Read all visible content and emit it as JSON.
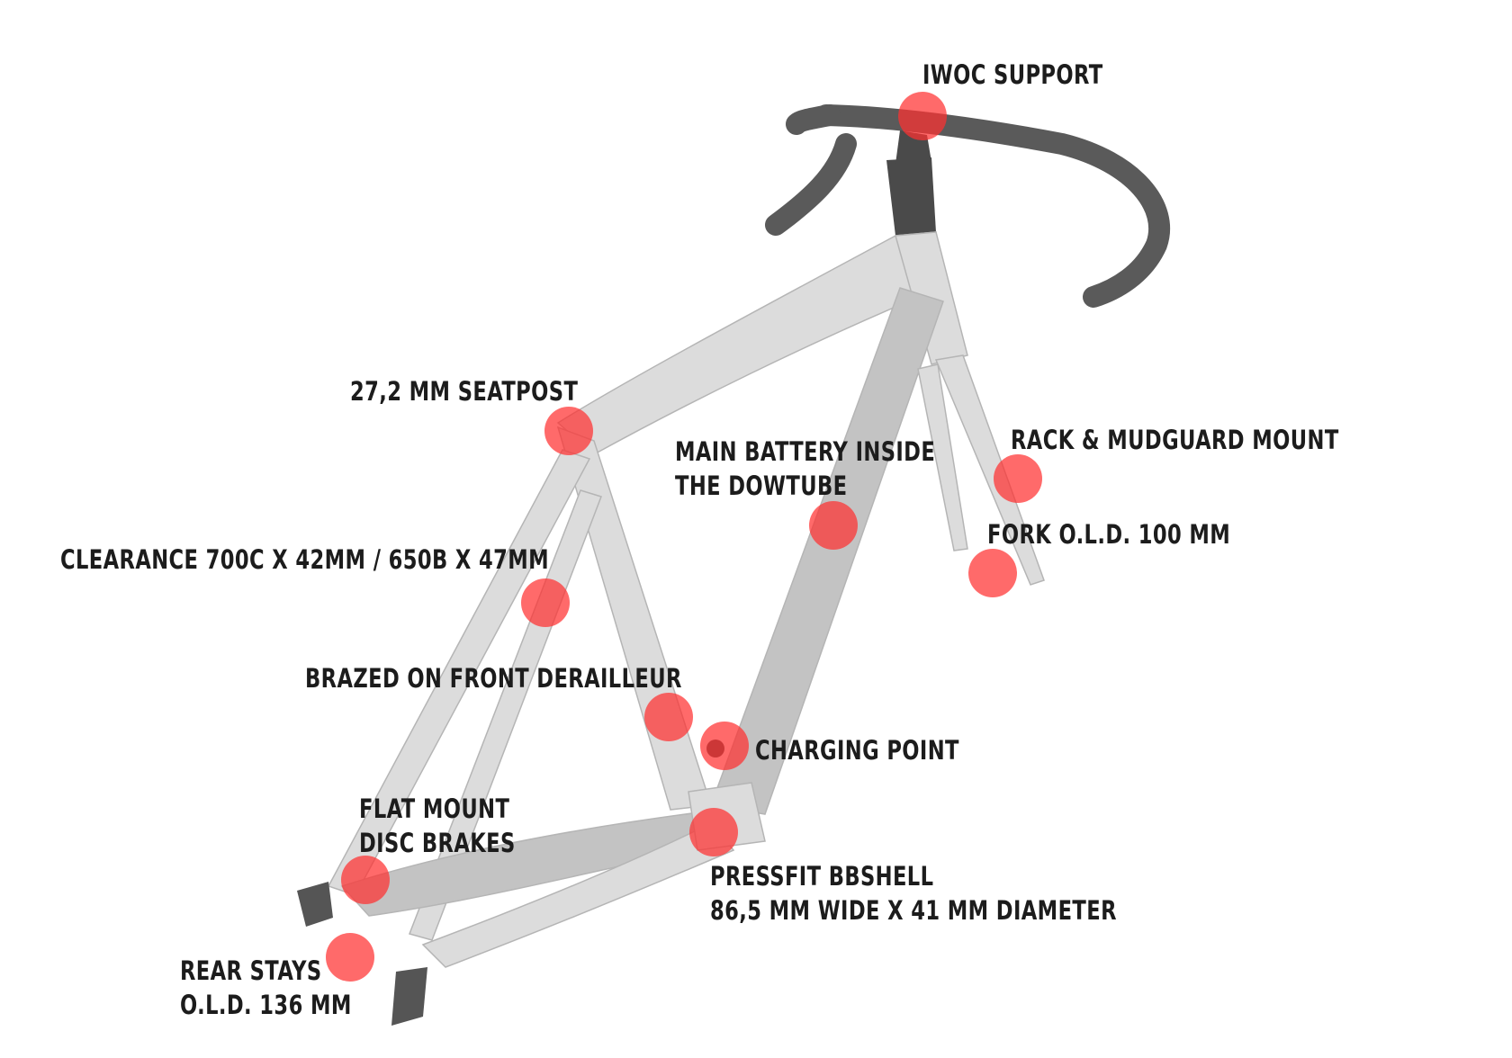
{
  "colors": {
    "frame_fill": "#dcdcdc",
    "frame_shade": "#c3c3c3",
    "frame_edge": "#b5b5b5",
    "bar_color": "#5a5a5a",
    "stem_color": "#4a4a4a",
    "dropout_color": "#555555",
    "marker_color": "#ff3030",
    "label_color": "#1c1c1c"
  },
  "callouts": [
    {
      "id": "iwoc-support",
      "lines": [
        "IWOC SUPPORT"
      ]
    },
    {
      "id": "seatpost",
      "lines": [
        "27,2 MM SEATPOST"
      ]
    },
    {
      "id": "main-battery",
      "lines": [
        "MAIN BATTERY INSIDE",
        "THE DOWTUBE"
      ]
    },
    {
      "id": "rack-mudguard",
      "lines": [
        "RACK & MUDGUARD MOUNT"
      ]
    },
    {
      "id": "fork-old",
      "lines": [
        "FORK O.L.D. 100 MM"
      ]
    },
    {
      "id": "clearance",
      "lines": [
        "CLEARANCE 700C X 42MM / 650B X 47MM"
      ]
    },
    {
      "id": "front-derailleur",
      "lines": [
        "BRAZED ON FRONT DERAILLEUR"
      ]
    },
    {
      "id": "charging-point",
      "lines": [
        "CHARGING POINT"
      ]
    },
    {
      "id": "flat-mount",
      "lines": [
        "FLAT MOUNT",
        "DISC BRAKES"
      ]
    },
    {
      "id": "bbshell",
      "lines": [
        "PRESSFIT BBSHELL",
        "86,5 MM WIDE X 41 MM DIAMETER"
      ]
    },
    {
      "id": "rear-stays",
      "lines": [
        "REAR STAYS",
        "O.L.D. 136 MM"
      ]
    }
  ]
}
